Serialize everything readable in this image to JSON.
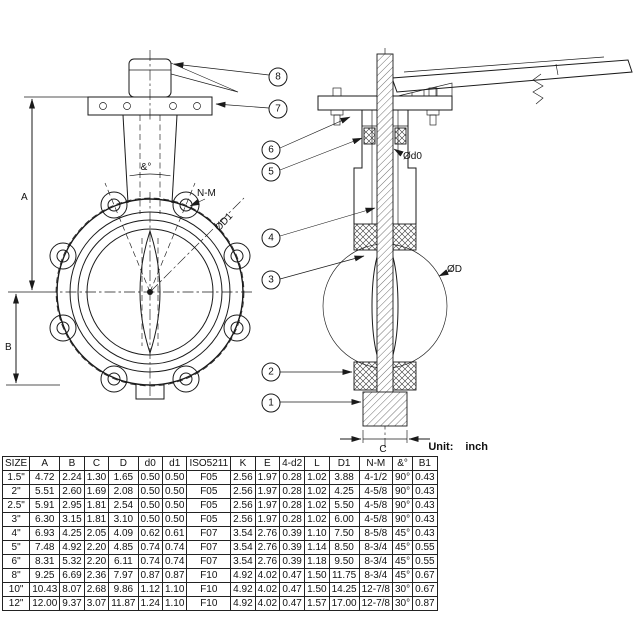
{
  "unit": {
    "label": "Unit:",
    "value": "inch"
  },
  "drawing": {
    "labels": {
      "dim_a": "A",
      "dim_b": "B",
      "dim_c": "C",
      "n_m": "N-M",
      "phi_d1": "ØD1",
      "phi_d0": "Ød0",
      "phi_d": "ØD",
      "angle": "&°"
    },
    "callouts": [
      "1",
      "2",
      "3",
      "4",
      "5",
      "6",
      "7",
      "8"
    ]
  },
  "table": {
    "headers": [
      "SIZE",
      "A",
      "B",
      "C",
      "D",
      "d0",
      "d1",
      "ISO5211",
      "K",
      "E",
      "4-d2",
      "L",
      "D1",
      "N-M",
      "&°",
      "B1"
    ],
    "rows": [
      [
        "1.5\"",
        "4.72",
        "2.24",
        "1.30",
        "1.65",
        "0.50",
        "0.50",
        "F05",
        "2.56",
        "1.97",
        "0.28",
        "1.02",
        "3.88",
        "4-1/2",
        "90°",
        "0.43"
      ],
      [
        "2\"",
        "5.51",
        "2.60",
        "1.69",
        "2.08",
        "0.50",
        "0.50",
        "F05",
        "2.56",
        "1.97",
        "0.28",
        "1.02",
        "4.25",
        "4-5/8",
        "90°",
        "0.43"
      ],
      [
        "2.5\"",
        "5.91",
        "2.95",
        "1.81",
        "2.54",
        "0.50",
        "0.50",
        "F05",
        "2.56",
        "1.97",
        "0.28",
        "1.02",
        "5.50",
        "4-5/8",
        "90°",
        "0.43"
      ],
      [
        "3\"",
        "6.30",
        "3.15",
        "1.81",
        "3.10",
        "0.50",
        "0.50",
        "F05",
        "2.56",
        "1.97",
        "0.28",
        "1.02",
        "6.00",
        "4-5/8",
        "90°",
        "0.43"
      ],
      [
        "4\"",
        "6.93",
        "4.25",
        "2.05",
        "4.09",
        "0.62",
        "0.61",
        "F07",
        "3.54",
        "2.76",
        "0.39",
        "1.10",
        "7.50",
        "8-5/8",
        "45°",
        "0.43"
      ],
      [
        "5\"",
        "7.48",
        "4.92",
        "2.20",
        "4.85",
        "0.74",
        "0.74",
        "F07",
        "3.54",
        "2.76",
        "0.39",
        "1.14",
        "8.50",
        "8-3/4",
        "45°",
        "0.55"
      ],
      [
        "6\"",
        "8.31",
        "5.32",
        "2.20",
        "6.11",
        "0.74",
        "0.74",
        "F07",
        "3.54",
        "2.76",
        "0.39",
        "1.18",
        "9.50",
        "8-3/4",
        "45°",
        "0.55"
      ],
      [
        "8\"",
        "9.25",
        "6.69",
        "2.36",
        "7.97",
        "0.87",
        "0.87",
        "F10",
        "4.92",
        "4.02",
        "0.47",
        "1.50",
        "11.75",
        "8-3/4",
        "45°",
        "0.67"
      ],
      [
        "10\"",
        "10.43",
        "8.07",
        "2.68",
        "9.86",
        "1.12",
        "1.10",
        "F10",
        "4.92",
        "4.02",
        "0.47",
        "1.50",
        "14.25",
        "12-7/8",
        "30°",
        "0.67"
      ],
      [
        "12\"",
        "12.00",
        "9.37",
        "3.07",
        "11.87",
        "1.24",
        "1.10",
        "F10",
        "4.92",
        "4.02",
        "0.47",
        "1.57",
        "17.00",
        "12-7/8",
        "30°",
        "0.87"
      ]
    ]
  }
}
